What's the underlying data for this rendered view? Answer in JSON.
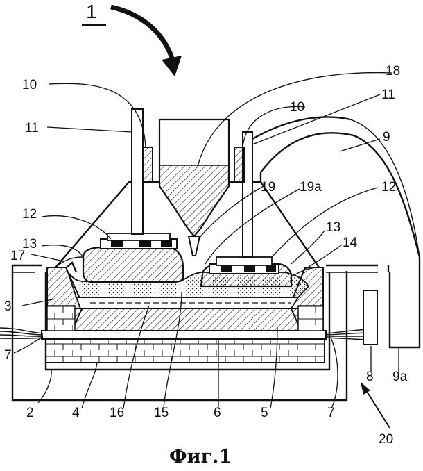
{
  "figure": {
    "caption": "Фиг.1",
    "main_label": "1",
    "labels": {
      "l2": "2",
      "l3": "3",
      "l4": "4",
      "l5": "5",
      "l6": "6",
      "l7_left": "7",
      "l7_right": "7",
      "l8": "8",
      "l9": "9",
      "l9a": "9a",
      "l10_left": "10",
      "l10_right": "10",
      "l11_left": "11",
      "l11_right": "11",
      "l12_left": "12",
      "l12_right": "12",
      "l13_left": "13",
      "l13_right": "13",
      "l14": "14",
      "l15": "15",
      "l16": "16",
      "l17": "17",
      "l18": "18",
      "l19": "19",
      "l19a": "19a",
      "l20": "20"
    }
  }
}
